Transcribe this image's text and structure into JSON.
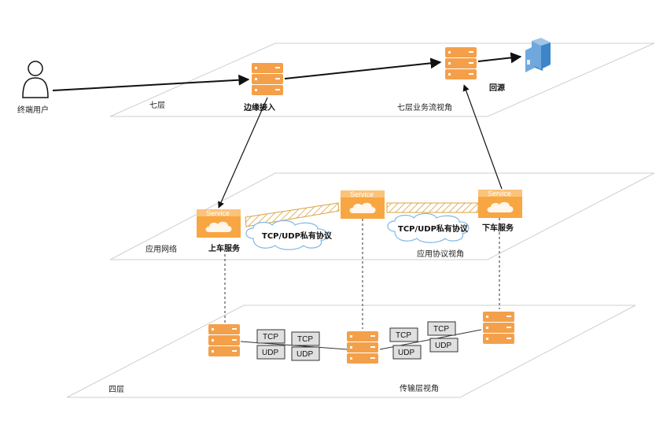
{
  "planes": {
    "layer7": {
      "left_label": "七层",
      "right_label": "七层业务流视角"
    },
    "app": {
      "left_label": "应用网络",
      "right_label": "应用协议视角"
    },
    "layer4": {
      "left_label": "四层",
      "right_label": "传输层视角"
    }
  },
  "nodes": {
    "end_user": "终端用户",
    "edge_access": "边缘接入",
    "origin": "回源",
    "onboard_service": "上车服务",
    "offboard_service": "下车服务",
    "service_tag": "Service"
  },
  "protocol_clouds": [
    "TCP/UDP私有协议",
    "TCP/UDP私有协议"
  ],
  "transport_boxes": {
    "tcp": "TCP",
    "udp": "UDP"
  },
  "colors": {
    "server_orange": "#f4a04a",
    "service_orange": "#f7a642",
    "cloud_stroke": "#7fb8e6",
    "tunnel_stroke": "#d9a441"
  }
}
